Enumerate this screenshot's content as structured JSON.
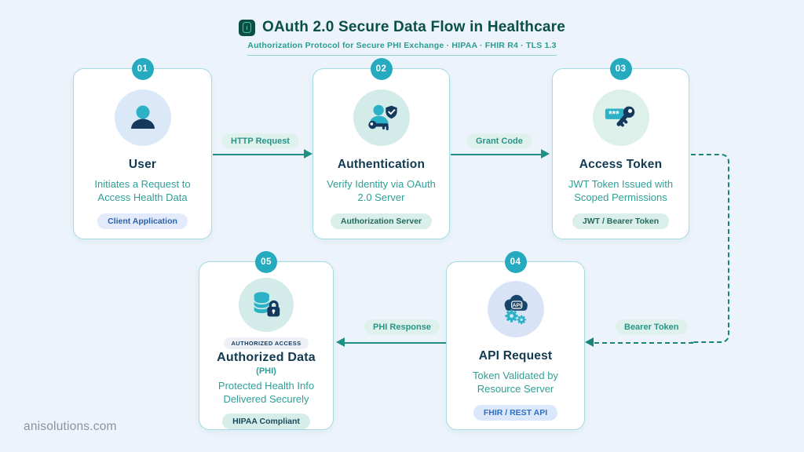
{
  "header": {
    "title": "OAuth 2.0 Secure Data Flow in Healthcare",
    "subtitle": "Authorization Protocol for Secure PHI Exchange · HIPAA · FHIR R4 · TLS 1.3",
    "icon": "oauth-shield-icon"
  },
  "steps": [
    {
      "number": "01",
      "title": "User",
      "description": "Initiates a Request to Access Health Data",
      "badge": "Client Application",
      "icon": "user-icon"
    },
    {
      "number": "02",
      "title": "Authentication",
      "description": "Verify Identity via OAuth 2.0 Server",
      "badge": "Authorization Server",
      "icon": "identity-shield-key-icon"
    },
    {
      "number": "03",
      "title": "Access Token",
      "description": "JWT Token Issued with Scoped Permissions",
      "badge": "JWT / Bearer Token",
      "icon": "password-key-icon",
      "icon_text": "***"
    },
    {
      "number": "04",
      "title": "API Request",
      "description": "Token Validated by Resource Server",
      "badge": "FHIR / REST API",
      "icon": "api-cloud-gears-icon",
      "icon_text": "API"
    },
    {
      "number": "05",
      "title": "Authorized Data",
      "tag": "AUTHORIZED ACCESS",
      "subtitle": "(PHI)",
      "description": "Protected Health Info Delivered Securely",
      "badge": "HIPAA Compliant",
      "icon": "database-lock-icon"
    }
  ],
  "connectors": [
    {
      "label": "HTTP Request",
      "from": "01",
      "to": "02",
      "style": "solid"
    },
    {
      "label": "Grant Code",
      "from": "02",
      "to": "03",
      "style": "solid"
    },
    {
      "label": "Bearer Token",
      "from": "03",
      "to": "04",
      "style": "dashed"
    },
    {
      "label": "PHI Response",
      "from": "04",
      "to": "05",
      "style": "solid"
    }
  ],
  "footer": {
    "website": "anisolutions.com"
  },
  "colors": {
    "background": "#ecf3fb",
    "card_border": "#a5dbe1",
    "accent_teal": "#1f9184",
    "dashed_teal": "#17857a",
    "number_badge": "#26aabf",
    "heading_navy": "#113a51",
    "description_teal": "#2f9f96",
    "title_green": "#0a4f44",
    "icon_navy": "#14395c",
    "icon_teal": "#2cb1c7"
  }
}
